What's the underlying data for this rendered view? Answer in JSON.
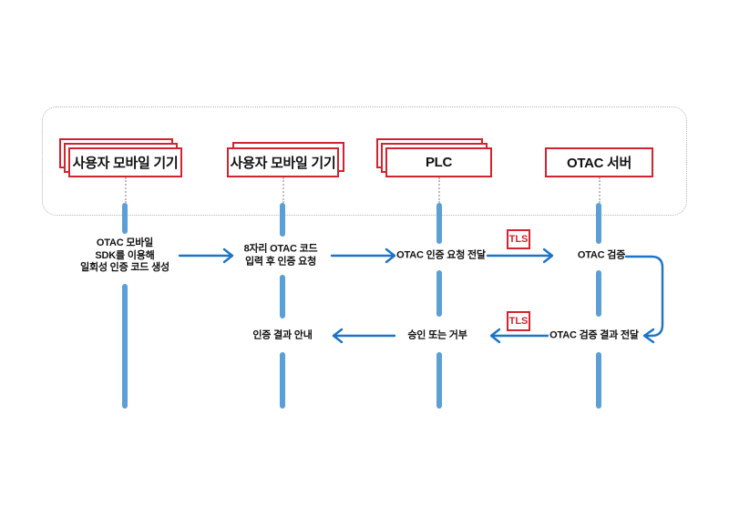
{
  "entities": [
    {
      "label": "사용자 모바일 기기"
    },
    {
      "label": "사용자 모바일 기기"
    },
    {
      "label": "PLC"
    },
    {
      "label": "OTAC 서버"
    }
  ],
  "messages": {
    "generate": {
      "lines": [
        "OTAC 모바일",
        "SDK를 이용해",
        "일회성 인증 코드 생성"
      ]
    },
    "enter_code": {
      "lines": [
        "8자리 OTAC 코드",
        "입력 후 인증 요청"
      ]
    },
    "forward_request": {
      "text": "OTAC 인증 요청 전달"
    },
    "verify": {
      "text": "OTAC 검증"
    },
    "forward_result": {
      "text": "OTAC 검증 결과 전달"
    },
    "approve_or_reject": {
      "text": "승인 또는 거부"
    },
    "notify_result": {
      "text": "인증 결과 안내"
    }
  },
  "badges": {
    "tls": "TLS"
  },
  "colors": {
    "entity_border_red": "#d2232e",
    "arrow_blue": "#1b74c8",
    "lifeline_blue": "#5b9fd6"
  }
}
